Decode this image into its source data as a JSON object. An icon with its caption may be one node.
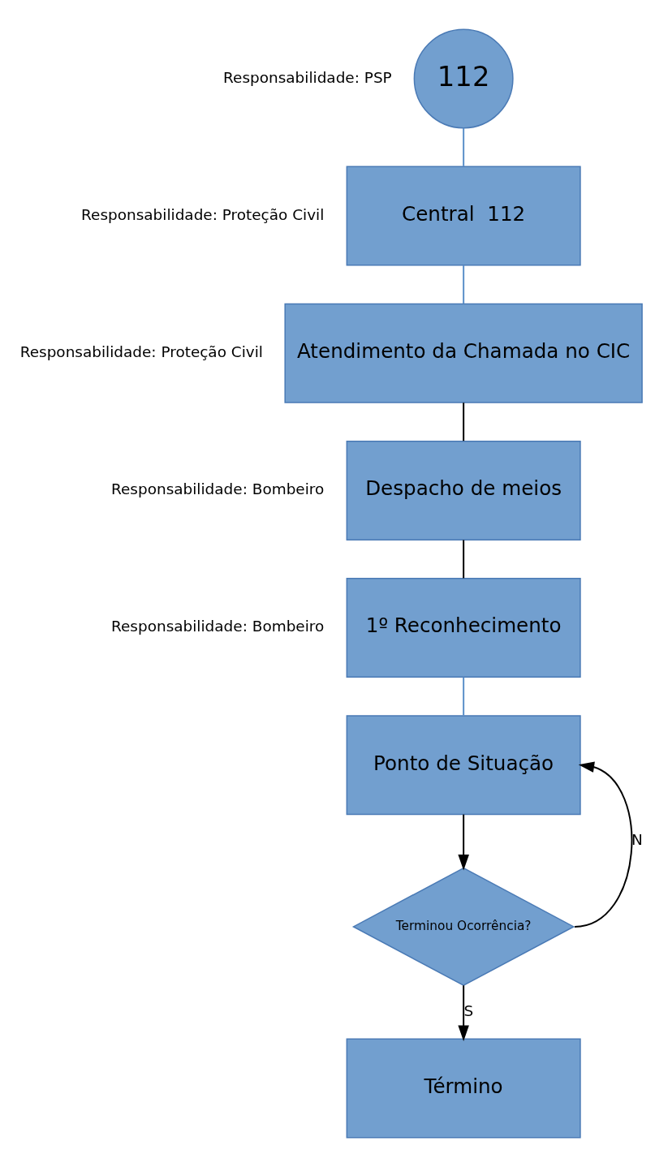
{
  "diagram": {
    "nodes": [
      {
        "text": [
          "112"
        ],
        "beside": [
          "Responsabilidade: PSP"
        ]
      },
      {
        "text": [
          "Central  112"
        ],
        "beside": [
          "Responsabilidade: Proteção Civil"
        ]
      },
      {
        "text": [
          "Atendimento da Chamada no CIC"
        ],
        "beside": [
          "Responsabilidade: Proteção Civil"
        ]
      },
      {
        "text": [
          "Despacho de meios"
        ],
        "beside": [
          "Responsabilidade: Bombeiro"
        ]
      },
      {
        "text": [
          "1º Reconhecimento"
        ],
        "beside": [
          "Responsabilidade: Bombeiro"
        ]
      },
      {
        "text": [
          "Ponto de Situação"
        ]
      },
      {
        "text": [
          "Terminou Ocorrência?"
        ]
      },
      {
        "text": [
          "Término"
        ]
      }
    ],
    "edges": [
      {
        "from": 0,
        "to": 1,
        "arrow": "none",
        "color": "#5b8fc9"
      },
      {
        "from": 1,
        "to": 2,
        "arrow": "none",
        "color": "#5b8fc9"
      },
      {
        "from": 2,
        "to": 3,
        "arrow": "none"
      },
      {
        "from": 3,
        "to": 4,
        "arrow": "none"
      },
      {
        "from": 4,
        "to": 5,
        "arrow": "none",
        "color": "#5b8fc9"
      },
      {
        "from": 5,
        "to": 6,
        "arrow": "to"
      },
      {
        "from": 6,
        "to": 5,
        "arrow": "to",
        "label": "N"
      },
      {
        "from": 6,
        "to": 7,
        "arrow": "to",
        "label": "S"
      }
    ]
  }
}
